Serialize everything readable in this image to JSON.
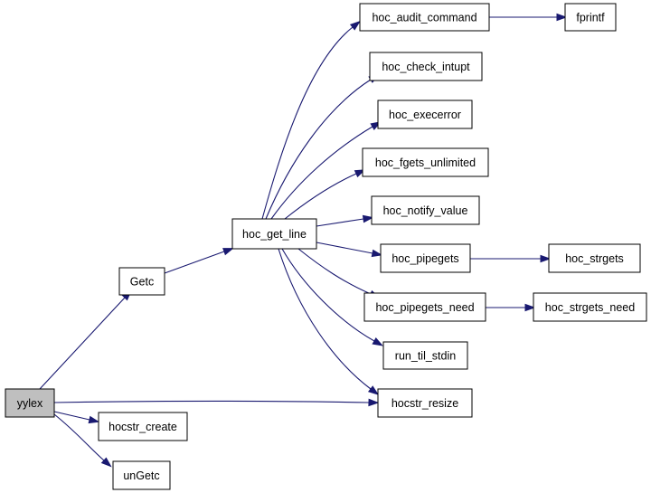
{
  "diagram": {
    "nodes": [
      {
        "id": "yylex",
        "label": "yylex",
        "root": true
      },
      {
        "id": "Getc",
        "label": "Getc"
      },
      {
        "id": "hocstr_create",
        "label": "hocstr_create"
      },
      {
        "id": "unGetc",
        "label": "unGetc"
      },
      {
        "id": "hoc_get_line",
        "label": "hoc_get_line"
      },
      {
        "id": "hoc_audit_command",
        "label": "hoc_audit_command"
      },
      {
        "id": "hoc_check_intupt",
        "label": "hoc_check_intupt"
      },
      {
        "id": "hoc_execerror",
        "label": "hoc_execerror"
      },
      {
        "id": "hoc_fgets_unlimited",
        "label": "hoc_fgets_unlimited"
      },
      {
        "id": "hoc_notify_value",
        "label": "hoc_notify_value"
      },
      {
        "id": "hoc_pipegets",
        "label": "hoc_pipegets"
      },
      {
        "id": "hoc_pipegets_need",
        "label": "hoc_pipegets_need"
      },
      {
        "id": "run_til_stdin",
        "label": "run_til_stdin"
      },
      {
        "id": "hocstr_resize",
        "label": "hocstr_resize"
      },
      {
        "id": "fprintf",
        "label": "fprintf"
      },
      {
        "id": "hoc_strgets",
        "label": "hoc_strgets"
      },
      {
        "id": "hoc_strgets_need",
        "label": "hoc_strgets_need"
      }
    ],
    "edges": [
      {
        "from": "yylex",
        "to": "Getc"
      },
      {
        "from": "yylex",
        "to": "hocstr_resize"
      },
      {
        "from": "yylex",
        "to": "hocstr_create"
      },
      {
        "from": "yylex",
        "to": "unGetc"
      },
      {
        "from": "Getc",
        "to": "hoc_get_line"
      },
      {
        "from": "hoc_get_line",
        "to": "hoc_audit_command"
      },
      {
        "from": "hoc_get_line",
        "to": "hoc_check_intupt"
      },
      {
        "from": "hoc_get_line",
        "to": "hoc_execerror"
      },
      {
        "from": "hoc_get_line",
        "to": "hoc_fgets_unlimited"
      },
      {
        "from": "hoc_get_line",
        "to": "hoc_notify_value"
      },
      {
        "from": "hoc_get_line",
        "to": "hoc_pipegets"
      },
      {
        "from": "hoc_get_line",
        "to": "hoc_pipegets_need"
      },
      {
        "from": "hoc_get_line",
        "to": "run_til_stdin"
      },
      {
        "from": "hoc_get_line",
        "to": "hocstr_resize"
      },
      {
        "from": "hoc_audit_command",
        "to": "fprintf"
      },
      {
        "from": "hoc_pipegets",
        "to": "hoc_strgets"
      },
      {
        "from": "hoc_pipegets_need",
        "to": "hoc_strgets_need"
      }
    ],
    "colors": {
      "edge": "#191970",
      "root_fill": "#bfbfbf",
      "node_fill": "#ffffff",
      "border": "#000000"
    }
  }
}
